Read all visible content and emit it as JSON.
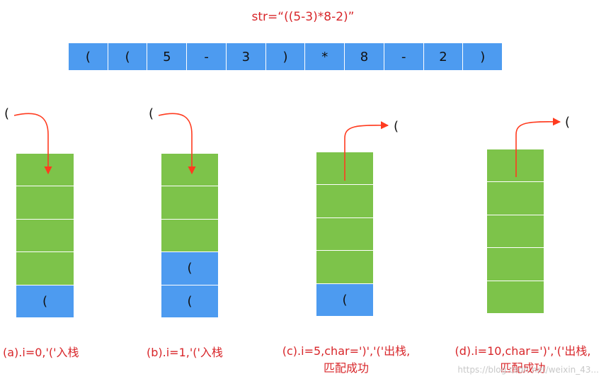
{
  "title": "str=“((5-3)*8-2)”",
  "strip": [
    "(",
    "(",
    "5",
    "-",
    "3",
    ")",
    "*",
    "8",
    "-",
    "2",
    ")"
  ],
  "panels": [
    {
      "paren": "(",
      "slots": [
        {
          "color": "green",
          "text": ""
        },
        {
          "color": "green",
          "text": ""
        },
        {
          "color": "green",
          "text": ""
        },
        {
          "color": "green",
          "text": ""
        },
        {
          "color": "blue",
          "text": "("
        }
      ],
      "caption": [
        "(a).i=0,'('入栈"
      ]
    },
    {
      "paren": "(",
      "slots": [
        {
          "color": "green",
          "text": ""
        },
        {
          "color": "green",
          "text": ""
        },
        {
          "color": "green",
          "text": ""
        },
        {
          "color": "blue",
          "text": "("
        },
        {
          "color": "blue",
          "text": "("
        }
      ],
      "caption": [
        "(b).i=1,'('入栈"
      ]
    },
    {
      "paren": "(",
      "slots": [
        {
          "color": "green",
          "text": ""
        },
        {
          "color": "green",
          "text": ""
        },
        {
          "color": "green",
          "text": ""
        },
        {
          "color": "green",
          "text": ""
        },
        {
          "color": "blue",
          "text": "("
        }
      ],
      "caption": [
        "(c).i=5,char=')','('出栈,",
        "匹配成功"
      ]
    },
    {
      "paren": "(",
      "slots": [
        {
          "color": "green",
          "text": ""
        },
        {
          "color": "green",
          "text": ""
        },
        {
          "color": "green",
          "text": ""
        },
        {
          "color": "green",
          "text": ""
        },
        {
          "color": "green",
          "text": ""
        }
      ],
      "caption": [
        "(d).i=10,char=')','('出栈,",
        "匹配成功"
      ]
    }
  ],
  "colors": {
    "green": "#7dc34a",
    "blue": "#4d9bf0",
    "red": "#d8262a"
  },
  "watermark": "https://blog.csdn.net/weixin_43..."
}
